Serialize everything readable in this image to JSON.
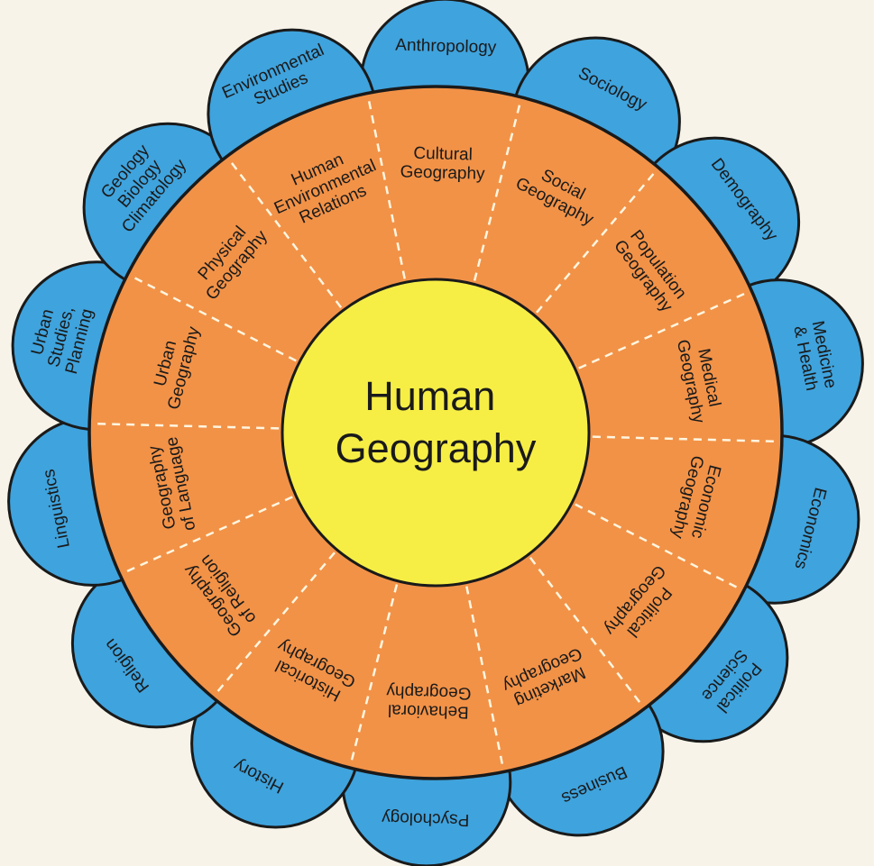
{
  "colors": {
    "background": "#f7f3e8",
    "petal": "#3fa3dd",
    "ring": "#f29247",
    "hub": "#f6ee45",
    "outline": "#1a1a1a",
    "divider": "#fff6e0"
  },
  "center": {
    "lines": [
      "Human",
      "Geography"
    ]
  },
  "sectors": [
    {
      "subfield": [
        "Cultural",
        "Geography"
      ],
      "discipline": [
        "Anthropology"
      ]
    },
    {
      "subfield": [
        "Social",
        "Geography"
      ],
      "discipline": [
        "Sociology"
      ]
    },
    {
      "subfield": [
        "Population",
        "Geography"
      ],
      "discipline": [
        "Demography"
      ]
    },
    {
      "subfield": [
        "Medical",
        "Geography"
      ],
      "discipline": [
        "Medicine",
        "& Health"
      ]
    },
    {
      "subfield": [
        "Economic",
        "Geography"
      ],
      "discipline": [
        "Economics"
      ]
    },
    {
      "subfield": [
        "Political",
        "Geography"
      ],
      "discipline": [
        "Political",
        "Science"
      ]
    },
    {
      "subfield": [
        "Marketing",
        "Geography"
      ],
      "discipline": [
        "Business"
      ]
    },
    {
      "subfield": [
        "Behavioral",
        "Geography"
      ],
      "discipline": [
        "Psychology"
      ]
    },
    {
      "subfield": [
        "Historical",
        "Geography"
      ],
      "discipline": [
        "History"
      ]
    },
    {
      "subfield": [
        "Geography",
        "of Religion"
      ],
      "discipline": [
        "Religion"
      ]
    },
    {
      "subfield": [
        "Geography",
        "of Language"
      ],
      "discipline": [
        "Linguistics"
      ]
    },
    {
      "subfield": [
        "Urban",
        "Geography"
      ],
      "discipline": [
        "Urban",
        "Studies,",
        "Planning"
      ]
    },
    {
      "subfield": [
        "Physical",
        "Geography"
      ],
      "discipline": [
        "Geology",
        "Biology",
        "Climatology"
      ]
    },
    {
      "subfield": [
        "Human",
        "Environmental",
        "Relations"
      ],
      "discipline": [
        "Environmental",
        "Studies"
      ]
    }
  ]
}
